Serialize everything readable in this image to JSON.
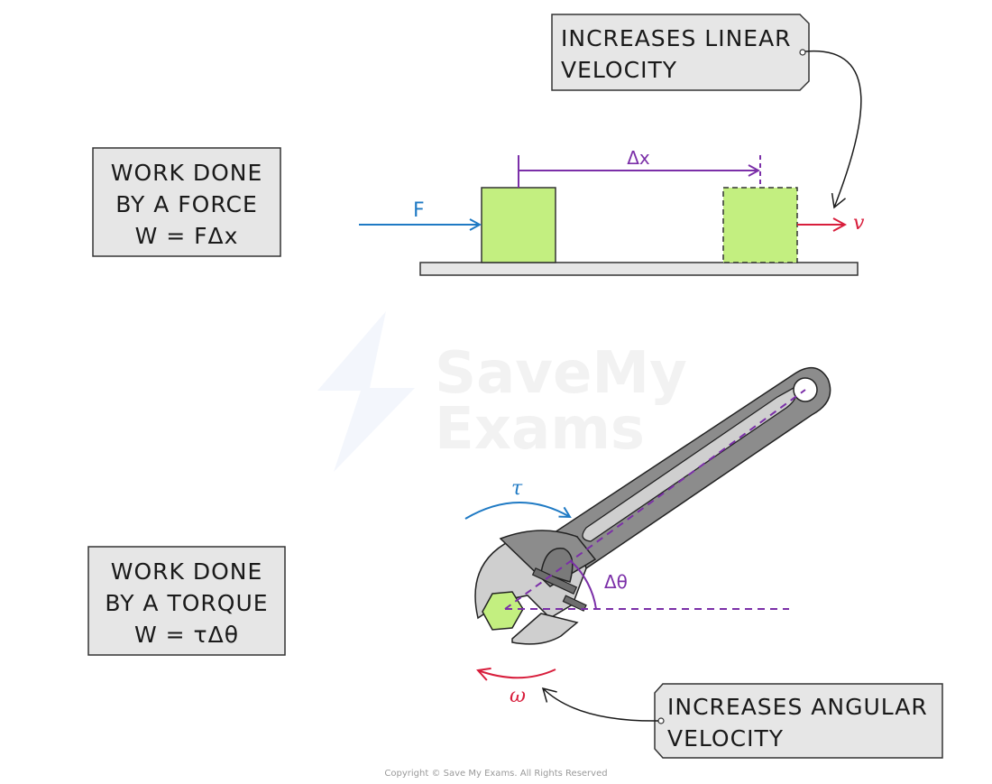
{
  "watermark": {
    "line1": "SaveMy",
    "line2": "Exams"
  },
  "force_box": {
    "line1": "WORK  DONE",
    "line2": "BY  A  FORCE",
    "line3": "W = FΔx"
  },
  "torque_box": {
    "line1": "WORK  DONE",
    "line2": "BY  A  TORQUE",
    "line3": "W = τΔθ"
  },
  "linear_tag": {
    "line1": "INCREASES  LINEAR",
    "line2": "VELOCITY"
  },
  "angular_tag": {
    "line1": "INCREASES  ANGULAR",
    "line2": "VELOCITY"
  },
  "symbols": {
    "force": "F",
    "displacement": "Δx",
    "velocity": "v",
    "torque": "τ",
    "angle": "Δθ",
    "angular_velocity": "ω"
  },
  "colors": {
    "force_blue": "#1f7ac4",
    "displacement_purple": "#7b2fa8",
    "velocity_red": "#d81e3c",
    "block_green": "#c3ef80",
    "box_grey": "#e6e6e6",
    "wrench_dark": "#8c8c8c",
    "wrench_light": "#cfcfcf"
  },
  "copyright": "Copyright © Save My Exams. All Rights Reserved"
}
